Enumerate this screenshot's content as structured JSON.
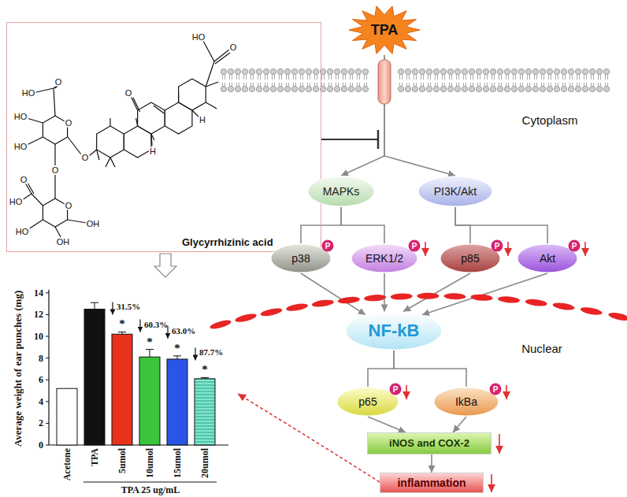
{
  "diagram": {
    "nodes": [
      {
        "text": [
          "TPA"
        ]
      },
      {
        "text": [
          "Glycyrrhizinic acid"
        ]
      },
      {
        "text": [
          "MAPKs"
        ]
      },
      {
        "text": [
          "PI3K/Akt"
        ]
      },
      {
        "text": [
          "p38"
        ]
      },
      {
        "text": [
          "ERK1/2"
        ]
      },
      {
        "text": [
          "p85"
        ]
      },
      {
        "text": [
          "Akt"
        ]
      },
      {
        "text": [
          "NF-kB"
        ]
      },
      {
        "text": [
          "p65"
        ]
      },
      {
        "text": [
          "IkBa"
        ]
      },
      {
        "text": [
          "iNOS and COX-2"
        ]
      },
      {
        "text": [
          "inflammation"
        ]
      }
    ],
    "edges": [
      {
        "from": 0,
        "to": 2,
        "arrow": "to"
      },
      {
        "from": 0,
        "to": 3,
        "arrow": "to"
      },
      {
        "from": 2,
        "to": 4,
        "arrow": "none"
      },
      {
        "from": 2,
        "to": 5,
        "arrow": "none"
      },
      {
        "from": 3,
        "to": 6,
        "arrow": "none"
      },
      {
        "from": 3,
        "to": 7,
        "arrow": "none"
      },
      {
        "from": 4,
        "to": 8,
        "arrow": "to"
      },
      {
        "from": 5,
        "to": 8,
        "arrow": "to"
      },
      {
        "from": 6,
        "to": 8,
        "arrow": "to"
      },
      {
        "from": 7,
        "to": 8,
        "arrow": "to"
      },
      {
        "from": 8,
        "to": 9,
        "arrow": "none"
      },
      {
        "from": 8,
        "to": 10,
        "arrow": "none"
      },
      {
        "from": 9,
        "to": 11,
        "arrow": "to"
      },
      {
        "from": 10,
        "to": 11,
        "arrow": "to"
      },
      {
        "from": 11,
        "to": 12,
        "arrow": "to"
      }
    ],
    "labels": [
      "Cytoplasm",
      "Nuclear",
      "HO",
      "O",
      "O",
      "H",
      "H",
      "O",
      "O",
      "O",
      "HO",
      "HO",
      "HO",
      "O",
      "O",
      "O",
      "HO",
      "OH",
      "OH",
      "HO",
      "Average weight of ear punches (mg)",
      "0",
      "2",
      "4",
      "6",
      "8",
      "10",
      "12",
      "14",
      "Acetone",
      "TPA",
      "5umol",
      "10umol",
      "15umol",
      "20umol",
      "TPA 25 ug/mL",
      "31.5%",
      "60.3%",
      "63.0%",
      "87.7%",
      "*",
      "*",
      "*",
      "*",
      "P",
      "P",
      "P",
      "P",
      "P",
      "P"
    ]
  }
}
